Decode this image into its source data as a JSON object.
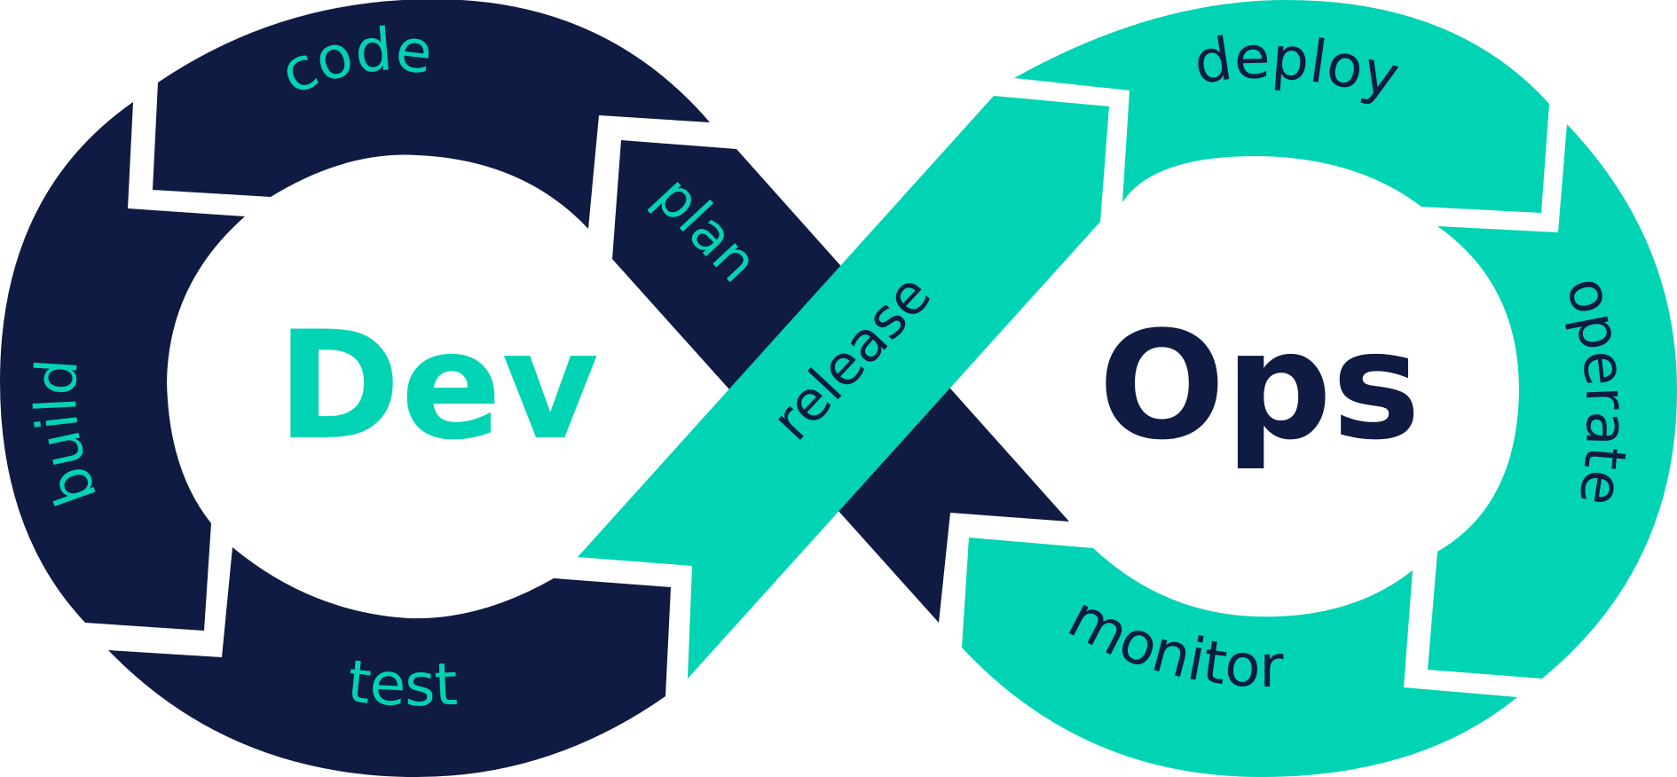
{
  "colors": {
    "navy": "#0F1B42",
    "teal": "#00D4B4",
    "white": "#FFFFFF"
  },
  "dev": {
    "title": "Dev",
    "segments": {
      "plan": "plan",
      "code": "code",
      "build": "build",
      "test": "test"
    }
  },
  "ops": {
    "title": "Ops",
    "segments": {
      "release": "release",
      "deploy": "deploy",
      "operate": "operate",
      "monitor": "monitor"
    }
  }
}
